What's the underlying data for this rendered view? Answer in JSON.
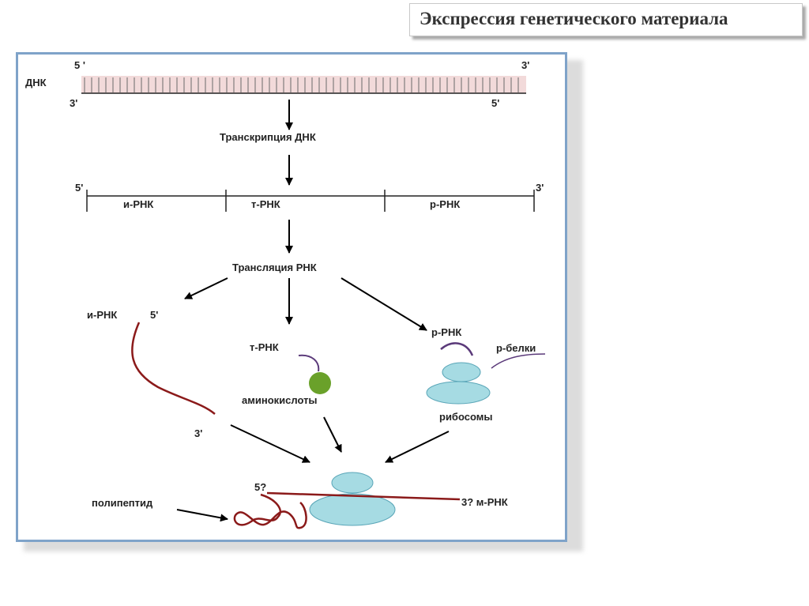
{
  "title": "Экспрессия генетического материала",
  "dna": {
    "label": "ДНК",
    "top_left": "5 '",
    "top_right": "3'",
    "bottom_left": "3'",
    "bottom_right": "5'"
  },
  "transcription": "Транскрипция ДНК",
  "rna_strand": {
    "left": "5'",
    "right": "3'",
    "segments": [
      "и-РНК",
      "т-РНК",
      "р-РНК"
    ]
  },
  "translation": "Трансляция РНК",
  "mrna_branch": {
    "label": "и-РНК",
    "five": "5'",
    "three": "3'"
  },
  "trna_branch": {
    "label": "т-РНК",
    "amino": "аминокислоты"
  },
  "rrna_branch": {
    "label": "р-РНК",
    "proteins": "р-белки",
    "ribosomes": "рибосомы"
  },
  "bottom": {
    "five": "5?",
    "three": "3? м-РНК",
    "polypeptide": "полипептид"
  },
  "colors": {
    "frame": "#7fa3c9",
    "dna_band": "#f2dada",
    "mrna": "#8b1a1a",
    "ribosome": "#a6dbe3",
    "amino": "#6aa12a",
    "purple": "#5b3a7a"
  }
}
